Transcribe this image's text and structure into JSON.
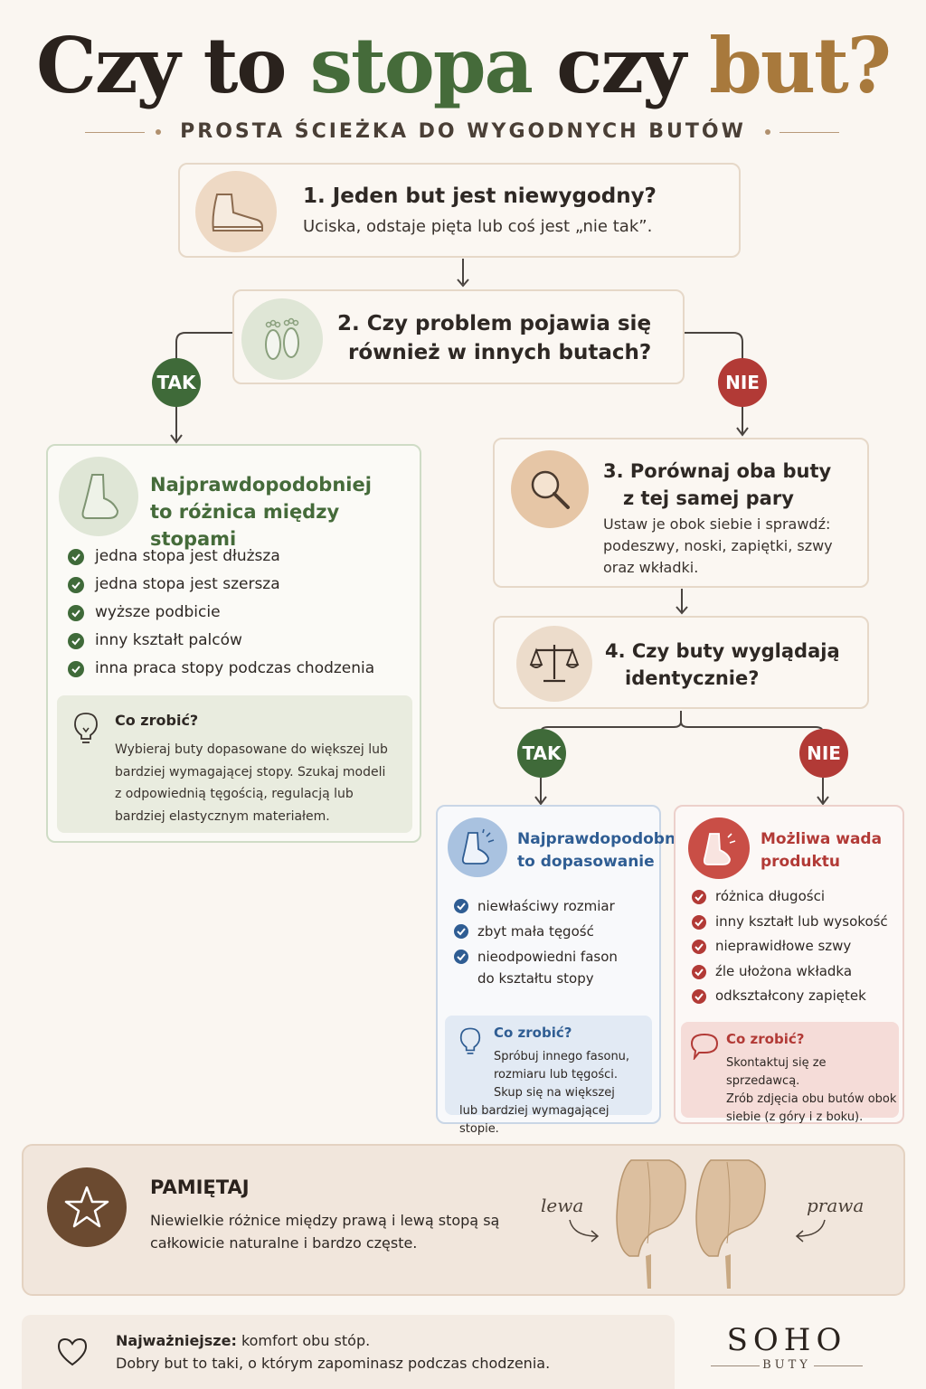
{
  "header": {
    "title_a": "Czy to ",
    "title_b": "stopa",
    "title_c": " czy ",
    "title_d": "but?",
    "subtitle": "PROSTA ŚCIEŻKA DO WYGODNYCH BUTÓW"
  },
  "step1": {
    "title": "1. Jeden but jest niewygodny?",
    "text": "Uciska, odstaje pięta lub coś jest „nie tak”.",
    "icon": "shoe-icon"
  },
  "step2": {
    "title_l1": "2. Czy problem pojawia się",
    "title_l2": "również w innych butach?",
    "icon": "footprints-icon"
  },
  "branch1": {
    "yes": "TAK",
    "no": "NIE"
  },
  "foot_diff": {
    "title_l1": "Najprawdopodobniej",
    "title_l2": "to różnica między stopami",
    "items": [
      "jedna stopa jest dłuższa",
      "jedna stopa jest szersza",
      "wyższe podbicie",
      "inny kształt palców",
      "inna praca stopy podczas chodzenia"
    ],
    "tip_title": "Co zrobić?",
    "tip_lines": [
      "Wybieraj buty dopasowane do większej lub",
      "bardziej wymagającej stopy. Szukaj modeli",
      "z odpowiednią tęgością, regulacją lub",
      "bardziej elastycznym materiałem."
    ]
  },
  "step3": {
    "title_l1": "3. Porównaj oba buty",
    "title_l2": "z tej samej pary",
    "text_lines": [
      "Ustaw je obok siebie i sprawdź:",
      "podeszwy, noski, zapiętki, szwy",
      "oraz wkładki."
    ]
  },
  "step4": {
    "title_l1": "4. Czy buty wyglądają",
    "title_l2": "identycznie?"
  },
  "branch2": {
    "yes": "TAK",
    "no": "NIE"
  },
  "fit": {
    "title_l1": "Najprawdopodobniej",
    "title_l2": "to dopasowanie",
    "items": [
      [
        "niewłaściwy rozmiar"
      ],
      [
        "zbyt mała tęgość"
      ],
      [
        "nieodpowiedni fason",
        "do kształtu stopy"
      ]
    ],
    "tip_title": "Co zrobić?",
    "tip_lines": [
      "Spróbuj innego fasonu,",
      "rozmiaru lub tęgości.",
      "Skup się na większej",
      "lub bardziej wymagającej stopie."
    ]
  },
  "defect": {
    "title_l1": "Możliwa wada",
    "title_l2": "produktu",
    "items": [
      "różnica długości",
      "inny kształt lub wysokość",
      "nieprawidłowe szwy",
      "źle ułożona wkładka",
      "odkształcony zapiętek"
    ],
    "tip_title": "Co zrobić?",
    "tip_lines": [
      "Skontaktuj się ze sprzedawcą.",
      "Zrób zdjęcia obu butów obok",
      "siebie (z góry i z boku)."
    ]
  },
  "remember": {
    "title": "PAMIĘTAJ",
    "lines": [
      "Niewielkie różnice między prawą i lewą stopą są",
      "całkowicie naturalne i bardzo częste."
    ],
    "left_label": "lewa",
    "right_label": "prawa"
  },
  "footer": {
    "bold": "Najważniejsze:",
    "rest": " komfort obu stóp.",
    "line2": "Dobry but to taki, o którym zapominasz podczas chodzenia.",
    "brand": "SOHO",
    "brand_sub": "BUTY"
  },
  "colors": {
    "green": "#3f6a39",
    "red": "#b23a36",
    "blue": "#2f5d93",
    "brown": "#a8793c"
  }
}
